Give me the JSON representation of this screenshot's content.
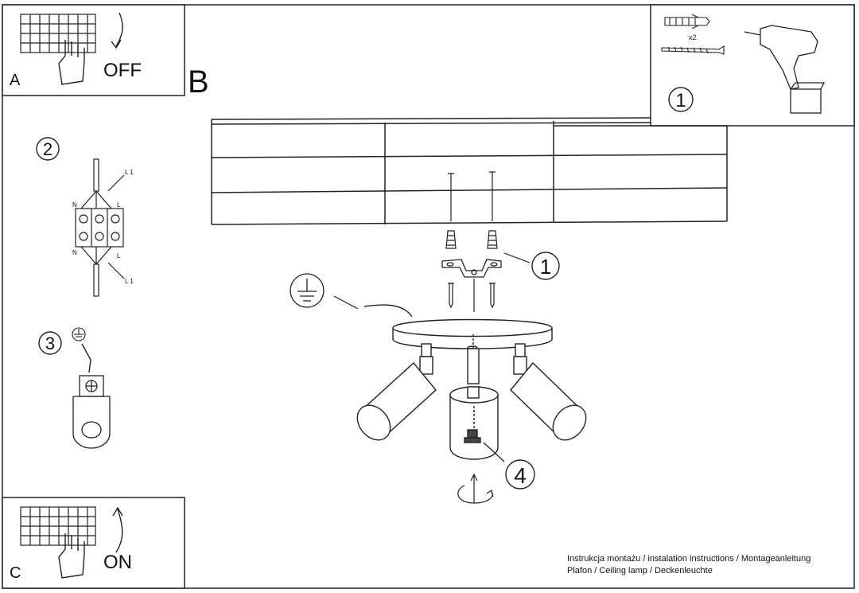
{
  "panels": {
    "a": {
      "letter": "A",
      "state": "OFF"
    },
    "b": {
      "letter": "B"
    },
    "c": {
      "letter": "C",
      "state": "ON"
    }
  },
  "steps": {
    "s1": "1",
    "s2": "2",
    "s3": "3",
    "s4": "4",
    "screw_qty": "x2"
  },
  "wiring": {
    "n_top": "N",
    "l_top": "L",
    "l1_top": "L 1",
    "n_bottom": "N",
    "l_bottom": "L",
    "l1_bottom": "L 1"
  },
  "caption": {
    "line1": "Instrukcja montażu / instalation instructions / Montageanleitung",
    "line2": "Plafon / Ceiling lamp / Deckenleuchte"
  },
  "icons": [
    "breaker-panel-icon",
    "hand-icon",
    "arrow-icon",
    "drill-icon",
    "dowel-icon",
    "screw-icon",
    "ground-symbol-icon",
    "rotate-arrow-icon"
  ]
}
